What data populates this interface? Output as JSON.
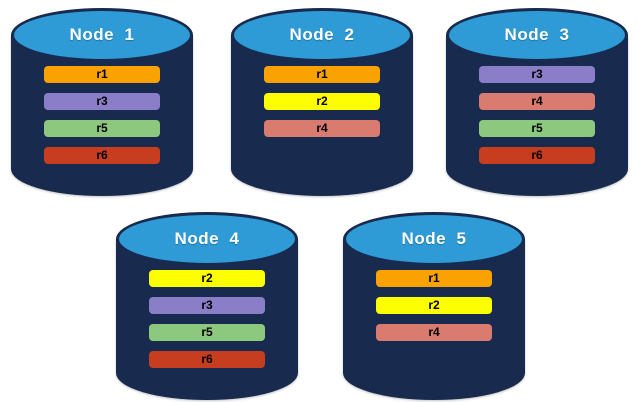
{
  "diagram": {
    "description": "Five database nodes with replica placement",
    "colors": {
      "cylinder_body": "#182A4E",
      "cylinder_cap": "#2E9AD6",
      "cap_border": "#182A4E",
      "label_text": "#FFFFFF",
      "bar_text": "#000000",
      "replicas": {
        "r1": "#F9A201",
        "r2": "#FDFF00",
        "r3": "#8B7EC8",
        "r4": "#D97B6E",
        "r5": "#8CC87E",
        "r6": "#C63D1F"
      }
    },
    "nodes": [
      {
        "label": "Node  1",
        "replicas": [
          "r1",
          "r3",
          "r5",
          "r6"
        ]
      },
      {
        "label": "Node  2",
        "replicas": [
          "r1",
          "r2",
          "r4"
        ]
      },
      {
        "label": "Node  3",
        "replicas": [
          "r3",
          "r4",
          "r5",
          "r6"
        ]
      },
      {
        "label": "Node  4",
        "replicas": [
          "r2",
          "r3",
          "r5",
          "r6"
        ]
      },
      {
        "label": "Node  5",
        "replicas": [
          "r1",
          "r2",
          "r4"
        ]
      }
    ]
  }
}
